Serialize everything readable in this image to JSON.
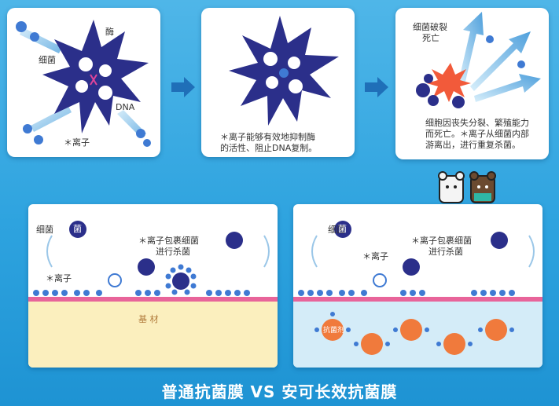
{
  "panel1": {
    "enzyme_label": "酶",
    "bacteria_label": "细菌",
    "dna_label": "DNA",
    "ion_label": "＊离子"
  },
  "panel2": {
    "desc_line1": "＊离子能够有效地抑制酶",
    "desc_line2": "的活性、阻止DNA复制。"
  },
  "panel3": {
    "rupture_line1": "细菌破裂",
    "rupture_line2": "死亡",
    "desc_line1": "细胞因丧失分裂、繁殖能力",
    "desc_line2": "而死亡。＊离子从细菌内部",
    "desc_line3": "游离出，进行重复杀菌。"
  },
  "panel4": {
    "bacteria_label": "细菌",
    "wrap_line1": "＊离子包裹细菌",
    "wrap_line2": "进行杀菌",
    "ion_label": "＊离子",
    "substrate_label": "基 材",
    "bacteria_glyph": "菌"
  },
  "panel5": {
    "bacteria_label": "细菌",
    "wrap_line1": "＊离子包裹细菌",
    "wrap_line2": "进行杀菌",
    "ion_label": "＊离子",
    "agent_label": "抗菌剂",
    "bacteria_glyph": "菌"
  },
  "caption": "普通抗菌膜 VS 安可长效抗菌膜",
  "colors": {
    "background": "#2ea3df",
    "bacteria": "#2b2f8a",
    "ion": "#4a7fd6",
    "film": "#e8649a",
    "substrate": "#fbefbe",
    "agent": "#f07a3c",
    "flow_arrow": "#1f6fb8"
  }
}
